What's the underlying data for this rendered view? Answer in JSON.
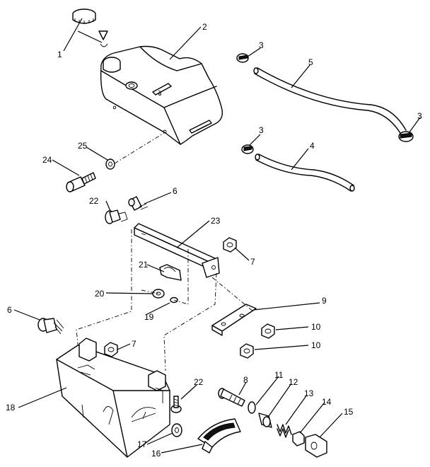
{
  "callouts": [
    {
      "id": "c1",
      "label": "1"
    },
    {
      "id": "c2",
      "label": "2"
    },
    {
      "id": "c3a",
      "label": "3"
    },
    {
      "id": "c3b",
      "label": "3"
    },
    {
      "id": "c3c",
      "label": "3"
    },
    {
      "id": "c4",
      "label": "4"
    },
    {
      "id": "c5",
      "label": "5"
    },
    {
      "id": "c6a",
      "label": "6"
    },
    {
      "id": "c6b",
      "label": "6"
    },
    {
      "id": "c7a",
      "label": "7"
    },
    {
      "id": "c7b",
      "label": "7"
    },
    {
      "id": "c8",
      "label": "8"
    },
    {
      "id": "c9",
      "label": "9"
    },
    {
      "id": "c10a",
      "label": "10"
    },
    {
      "id": "c10b",
      "label": "10"
    },
    {
      "id": "c11",
      "label": "11"
    },
    {
      "id": "c12",
      "label": "12"
    },
    {
      "id": "c13",
      "label": "13"
    },
    {
      "id": "c14",
      "label": "14"
    },
    {
      "id": "c15",
      "label": "15"
    },
    {
      "id": "c16",
      "label": "16"
    },
    {
      "id": "c17",
      "label": "17"
    },
    {
      "id": "c18",
      "label": "18"
    },
    {
      "id": "c19",
      "label": "19"
    },
    {
      "id": "c20",
      "label": "20"
    },
    {
      "id": "c21",
      "label": "21"
    },
    {
      "id": "c22a",
      "label": "22"
    },
    {
      "id": "c22b",
      "label": "22"
    },
    {
      "id": "c23",
      "label": "23"
    },
    {
      "id": "c24",
      "label": "24"
    },
    {
      "id": "c25",
      "label": "25"
    }
  ]
}
